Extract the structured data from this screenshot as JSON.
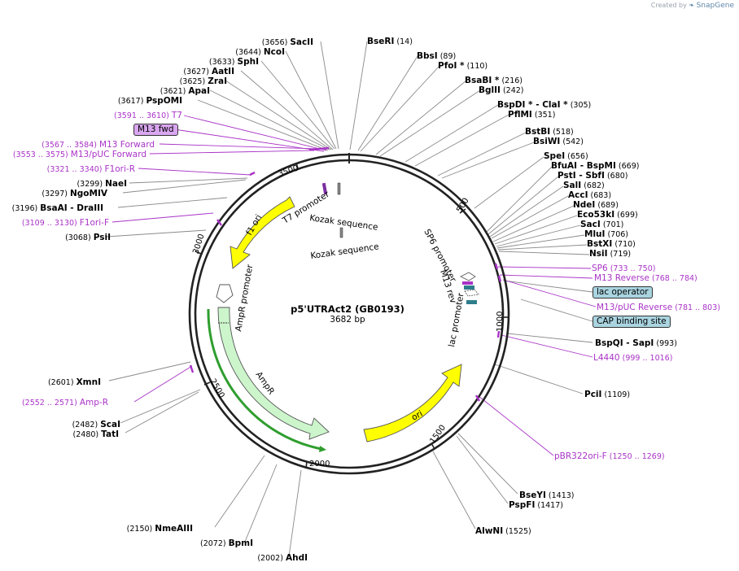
{
  "credit": {
    "prefix": "Created by",
    "brand": "SnapGene"
  },
  "plasmid": {
    "name": "p5'UTRAct2 (GB0193)",
    "length_label": "3682 bp"
  },
  "ticks": [
    "500",
    "1000",
    "1500",
    "2000",
    "2500",
    "3000",
    "3500"
  ],
  "sites": [
    {
      "name": "SacII",
      "pos": "(3656)"
    },
    {
      "name": "NcoI",
      "pos": "(3644)"
    },
    {
      "name": "SphI",
      "pos": "(3633)"
    },
    {
      "name": "AatII",
      "pos": "(3627)"
    },
    {
      "name": "ZraI",
      "pos": "(3625)"
    },
    {
      "name": "ApaI",
      "pos": "(3621)"
    },
    {
      "name": "PspOMI",
      "pos": "(3617)"
    },
    {
      "name": "BseRI",
      "pos": "(14)"
    },
    {
      "name": "BbsI",
      "pos": "(89)"
    },
    {
      "name": "PfoI *",
      "pos": "(110)"
    },
    {
      "name": "BsaBI *",
      "pos": "(216)"
    },
    {
      "name": "BglII",
      "pos": "(242)"
    },
    {
      "name": "BspDI *  - ClaI *",
      "pos": "(305)"
    },
    {
      "name": "PflMI",
      "pos": "(351)"
    },
    {
      "name": "BstBI",
      "pos": "(518)"
    },
    {
      "name": "BsiWI",
      "pos": "(542)"
    },
    {
      "name": "SpeI",
      "pos": "(656)"
    },
    {
      "name": "BfuAI  - BspMI",
      "pos": "(669)"
    },
    {
      "name": "PstI  - SbfI",
      "pos": "(680)"
    },
    {
      "name": "SalI",
      "pos": "(682)"
    },
    {
      "name": "AccI",
      "pos": "(683)"
    },
    {
      "name": "NdeI",
      "pos": "(689)"
    },
    {
      "name": "Eco53kI",
      "pos": "(699)"
    },
    {
      "name": "SacI",
      "pos": "(701)"
    },
    {
      "name": "MluI",
      "pos": "(706)"
    },
    {
      "name": "BstXI",
      "pos": "(710)"
    },
    {
      "name": "NsiI",
      "pos": "(719)"
    },
    {
      "name": "BspQI  - SapI",
      "pos": "(993)"
    },
    {
      "name": "PciI",
      "pos": "(1109)"
    },
    {
      "name": "BseYI",
      "pos": "(1413)"
    },
    {
      "name": "PspFI",
      "pos": "(1417)"
    },
    {
      "name": "AlwNI",
      "pos": "(1525)"
    },
    {
      "name": "AhdI",
      "pos": "(2002)"
    },
    {
      "name": "BpmI",
      "pos": "(2072)"
    },
    {
      "name": "NmeAIII",
      "pos": "(2150)"
    },
    {
      "name": "TatI",
      "pos": "(2480)"
    },
    {
      "name": "ScaI",
      "pos": "(2482)"
    },
    {
      "name": "XmnI",
      "pos": "(2601)"
    },
    {
      "name": "PsiI",
      "pos": "(3068)"
    },
    {
      "name": "BsaAI  - DraIII",
      "pos": "(3196)"
    },
    {
      "name": "NgoMIV",
      "pos": "(3297)"
    },
    {
      "name": "NaeI",
      "pos": "(3299)"
    }
  ],
  "primers": [
    {
      "name": "T7",
      "pos": "(3591 .. 3610)"
    },
    {
      "name": "M13 Forward",
      "pos": "(3567 .. 3584)"
    },
    {
      "name": "M13/pUC Forward",
      "pos": "(3553 .. 3575)"
    },
    {
      "name": "F1ori-R",
      "pos": "(3321 .. 3340)"
    },
    {
      "name": "F1ori-F",
      "pos": "(3109 .. 3130)"
    },
    {
      "name": "Amp-R",
      "pos": "(2552 .. 2571)"
    },
    {
      "name": "SP6",
      "pos": "(733 .. 750)"
    },
    {
      "name": "M13 Reverse",
      "pos": "(768 .. 784)"
    },
    {
      "name": "M13/pUC Reverse",
      "pos": "(781 .. 803)"
    },
    {
      "name": "L4440",
      "pos": "(999 .. 1016)"
    },
    {
      "name": "pBR322ori-F",
      "pos": "(1250 .. 1269)"
    }
  ],
  "badges": [
    {
      "text": "M13 fwd",
      "color": "#d9a6f0"
    },
    {
      "text": "lac operator",
      "color": "#a9d4e0"
    },
    {
      "text": "CAP binding site",
      "color": "#a9d4e0"
    }
  ],
  "features": {
    "t7_promoter": "T7 promoter",
    "kozak_1": "Kozak sequence",
    "kozak_2": "Kozak sequence",
    "sp6_promoter": "SP6 promoter",
    "m13_rev": "M13 rev",
    "lac_promoter": "lac promoter",
    "f1_ori": "f1 ori",
    "ampr_promoter": "AmpR promoter",
    "ampr": "AmpR",
    "ori": "ori"
  },
  "colors": {
    "ori": "#ffff00",
    "ampr": "#ccf5cc",
    "ampr_outline": "#2f9e2f",
    "primer": "#a933c7",
    "lac": "#2e7d8c",
    "backbone": "#222222"
  }
}
